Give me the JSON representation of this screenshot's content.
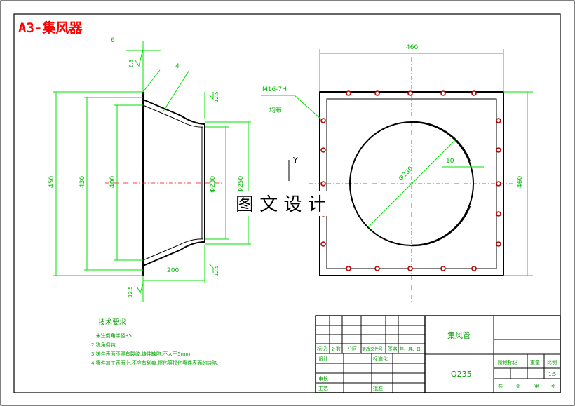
{
  "title": "A3-集风器",
  "watermark": "图 文 设 计",
  "axis_marker": "Y",
  "left_view": {
    "dims": {
      "top_thickness": "6",
      "total_height": "450",
      "inner_height": "430",
      "flange_height": "400",
      "length": "200",
      "outlet_dia": "Φ230",
      "outlet_outer": "Φ250",
      "slope": "4",
      "roughness_top": "6.3",
      "roughness_right": "12.5",
      "roughness_bottom_right": "12.5",
      "roughness_bottom_left": "12.5"
    }
  },
  "right_view": {
    "dims": {
      "width": "460",
      "height": "460",
      "circle_dia": "Φ230",
      "gap": "10",
      "bolt_spec": "M16-7H",
      "label_note": "均布"
    }
  },
  "tech_req": {
    "heading": "技术要求",
    "items": [
      "1.未注倒角半径R5.",
      "2.锐角倒钝.",
      "3.铸件表面不得有裂纹,铸件缺陷,不大于5mm.",
      "4.零件加工表面上,不应有划痕,擦伤等损伤零件表面的缺陷."
    ]
  },
  "title_block": {
    "part_name": "集风管",
    "material": "Q235",
    "col_labels": [
      "标记",
      "处数",
      "分区",
      "更改文件号",
      "签名",
      "年、月、日"
    ],
    "row_labels": [
      "设计",
      "标准化",
      "审核",
      "工艺",
      "批准"
    ],
    "stage_label": "阶段标记",
    "weight_label": "重量",
    "scale_label": "比例",
    "scale_value": "1:5",
    "sheet_labels": [
      "共",
      "张",
      "第",
      "张"
    ]
  }
}
